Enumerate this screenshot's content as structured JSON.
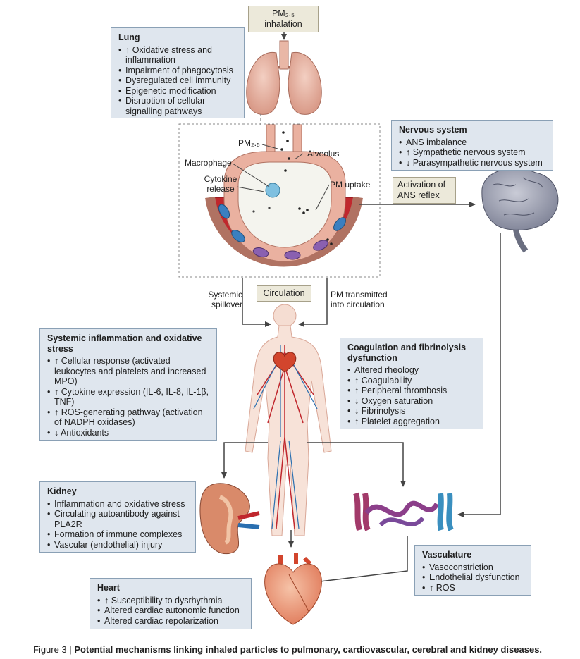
{
  "pm_inhalation": "PM₂.₅ inhalation",
  "lung": {
    "title": "Lung",
    "items": [
      "↑ Oxidative stress and inflammation",
      "Impairment of phagocytosis",
      "Dysregulated cell immunity",
      "Epigenetic modification",
      "Disruption of cellular signalling pathways"
    ]
  },
  "alveolus_labels": {
    "pm": "PM₂.₅",
    "alveolus": "Alveolus",
    "macrophage": "Macrophage",
    "cytokine": "Cytokine release",
    "uptake": "PM uptake"
  },
  "nervous": {
    "title": "Nervous system",
    "items": [
      "ANS imbalance",
      "↑ Sympathetic nervous system",
      "↓ Parasympathetic nervous system"
    ]
  },
  "ans_reflex": "Activation of ANS reflex",
  "circulation": "Circulation",
  "systemic_spillover": "Systemic spillover",
  "pm_transmitted": "PM transmitted into circulation",
  "systemic": {
    "title": "Systemic inflammation and oxidative stress",
    "items": [
      "↑ Cellular response (activated leukocytes and platelets and increased MPO)",
      "↑ Cytokine expression (IL-6, IL-8, IL-1β, TNF)",
      "↑ ROS-generating pathway (activation of NADPH oxidases)",
      "↓ Antioxidants"
    ]
  },
  "coagulation": {
    "title": "Coagulation and fibrinolysis dysfunction",
    "items": [
      "Altered rheology",
      "↑ Coagulability",
      "↑ Peripheral thrombosis",
      "↓ Oxygen saturation",
      "↓ Fibrinolysis",
      "↑ Platelet aggregation"
    ]
  },
  "kidney": {
    "title": "Kidney",
    "items": [
      "Inflammation and oxidative stress",
      "Circulating autoantibody against PLA2R",
      "Formation of immune complexes",
      "Vascular (endothelial) injury"
    ]
  },
  "vasculature": {
    "title": "Vasculature",
    "items": [
      "Vasoconstriction",
      "Endothelial dysfunction",
      "↑ ROS"
    ]
  },
  "heart": {
    "title": "Heart",
    "items": [
      "↑ Susceptibility to dysrhythmia",
      "Altered cardiac autonomic function",
      "Altered cardiac repolarization"
    ]
  },
  "caption": {
    "label": "Figure 3 |",
    "text": "Potential mechanisms linking inhaled particles to pulmonary, cardiovascular, cerebral and kidney diseases."
  },
  "colors": {
    "box_bg": "#dfe6ee",
    "tag_bg": "#ece9da",
    "arrow": "#444444",
    "tissue": "#e8b3a4",
    "blood": "#c0272d",
    "vein": "#2a6fb0"
  }
}
